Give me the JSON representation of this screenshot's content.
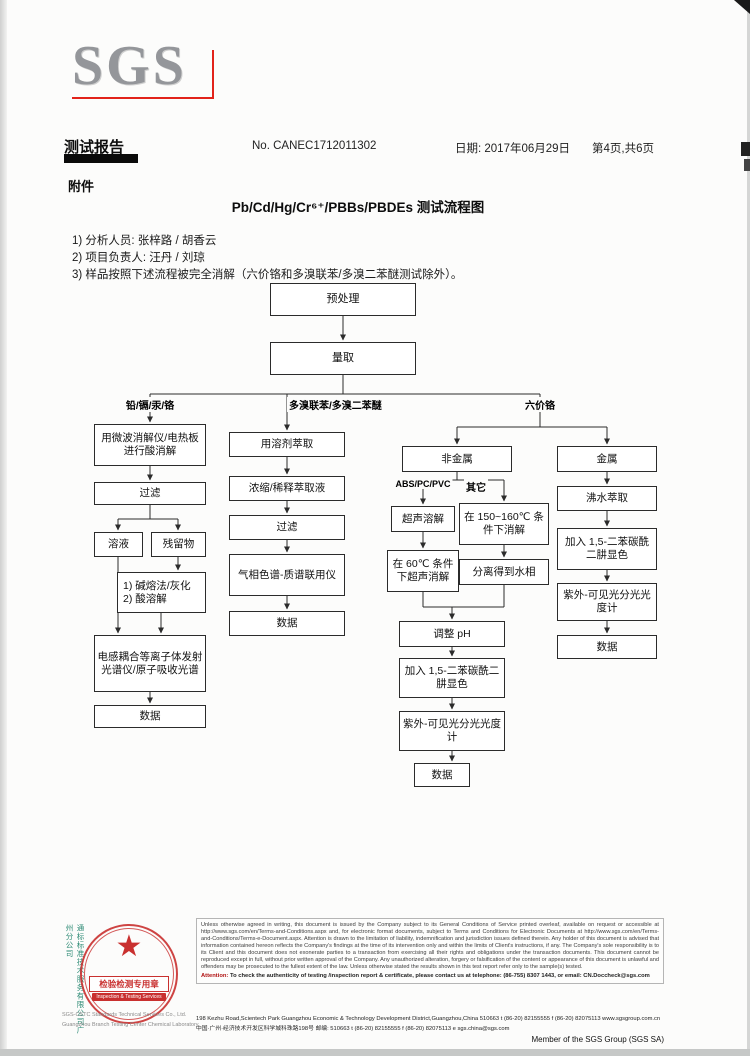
{
  "colors": {
    "brand_red": "#e2231a",
    "stamp_red": "#c9302f",
    "teal_text": "#2c8a74"
  },
  "logo": {
    "text": "SGS"
  },
  "header": {
    "report_title": "测试报告",
    "report_no": "No. CANEC1712011302",
    "date_label": "日期: 2017年06月29日",
    "page_label": "第4页,共6页"
  },
  "attachment_label": "附件",
  "flow_title": "Pb/Cd/Hg/Cr⁶⁺/PBBs/PBDEs 测试流程图",
  "notes": {
    "line1": "1) 分析人员: 张梓路 / 胡香云",
    "line2": "2) 项目负责人: 汪丹 / 刘琼",
    "line3": "3) 样品按照下述流程被完全消解（六价铬和多溴联苯/多溴二苯醚测试除外）。"
  },
  "flow": {
    "pretreat": "预处理",
    "measure": "量取",
    "branch_pb": "铅/镉/汞/铬",
    "branch_pbb": "多溴联苯/多溴二苯醚",
    "branch_cr6": "六价铬",
    "acid_digest": "用微波消解仪/电热板进行酸消解",
    "filter1": "过滤",
    "solution": "溶液",
    "residue": "残留物",
    "alkali": "1) 碱熔法/灰化\n2) 酸溶解",
    "icp": "电感耦合等离子体发射光谱仪/原子吸收光谱",
    "data1": "数据",
    "solvent_extract": "用溶剂萃取",
    "concentrate": "浓缩/稀释萃取液",
    "filter2": "过滤",
    "gcms": "气相色谱-质谱联用仪",
    "data2": "数据",
    "nonmetal": "非金属",
    "metal": "金属",
    "abs_label": "ABS/PC/PVC",
    "other_label": "其它",
    "ultrasonic": "超声溶解",
    "cond150": "在 150~160℃ 条件下消解",
    "cond60": "在 60℃ 条件下超声消解",
    "separate": "分离得到水相",
    "adjust_ph": "调整 pH",
    "add_reagent1": "加入 1,5-二苯碳酰二肼显色",
    "uvvis1": "紫外-可见光分光光度计",
    "data3": "数据",
    "boiling": "沸水萃取",
    "add_reagent2": "加入 1,5-二苯碳酰二肼显色",
    "uvvis2": "紫外-可见光分光光度计",
    "data4": "数据"
  },
  "footer": {
    "stamp_cn": "检验检测专用章",
    "stamp_en": "Inspection & Testing Services",
    "company_cn_vertical": "通标标准技术服务有限公司广州分公司",
    "company_en1": "SGS-CSTC Standards Technical Services Co., Ltd.",
    "company_en2": "Guangzhou Branch Testing Center Chemical Laboratory",
    "legal_text": "Unless otherwise agreed in writing, this document is issued by the Company subject to its General Conditions of Service printed overleaf, available on request or accessible at http://www.sgs.com/en/Terms-and-Conditions.aspx and, for electronic format documents, subject to Terms and Conditions for Electronic Documents at http://www.sgs.com/en/Terms-and-Conditions/Terms-e-Document.aspx. Attention is drawn to the limitation of liability, indemnification and jurisdiction issues defined therein. Any holder of this document is advised that information contained hereon reflects the Company's findings at the time of its intervention only and within the limits of Client's instructions, if any. The Company's sole responsibility is to its Client and this document does not exonerate parties to a transaction from exercising all their rights and obligations under the transaction documents. This document cannot be reproduced except in full, without prior written approval of the Company. Any unauthorized alteration, forgery or falsification of the content or appearance of this document is unlawful and offenders may be prosecuted to the fullest extent of the law. Unless otherwise stated the results shown in this test report refer only to the sample(s) tested.",
    "attention_label": "Attention:",
    "attention_rest": " To check the authenticity of testing /inspection report & certificate, please contact us at telephone: (86-755) 8307 1443, or email: CN.Doccheck@sgs.com",
    "address_en": "198 Kezhu Road,Scientech Park Guangzhou Economic & Technology Development District,Guangzhou,China 510663   t (86-20) 82155555   f (86-20) 82075113   www.sgsgroup.com.cn",
    "address_cn": "中国·广州·经济技术开发区科学城科珠路198号   邮编: 510663   t (86-20) 82155555   f (86-20) 82075113   e sgs.china@sgs.com",
    "member": "Member of the SGS Group (SGS SA)"
  }
}
